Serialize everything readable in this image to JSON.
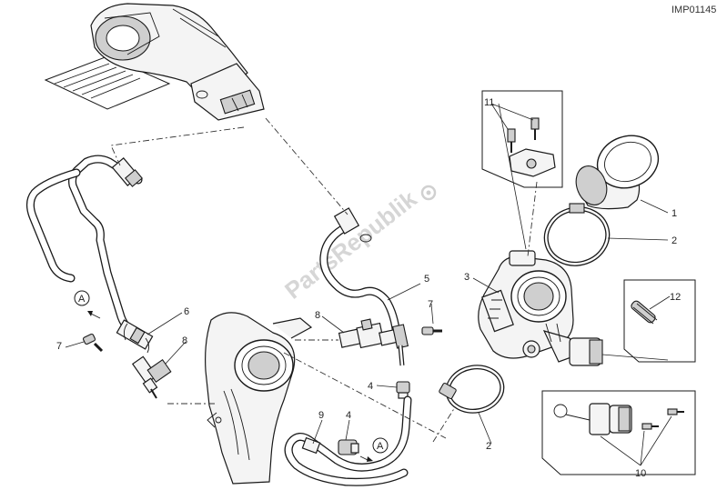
{
  "diagram": {
    "drawing_code": "IMP01145",
    "watermark": "PartsRepublik",
    "callouts": [
      {
        "id": "c1",
        "text": "1"
      },
      {
        "id": "c2a",
        "text": "2"
      },
      {
        "id": "c2b",
        "text": "2"
      },
      {
        "id": "c3",
        "text": "3"
      },
      {
        "id": "c4a",
        "text": "4"
      },
      {
        "id": "c4b",
        "text": "4"
      },
      {
        "id": "c5",
        "text": "5"
      },
      {
        "id": "c6",
        "text": "6"
      },
      {
        "id": "c7a",
        "text": "7"
      },
      {
        "id": "c7b",
        "text": "7"
      },
      {
        "id": "c8a",
        "text": "8"
      },
      {
        "id": "c8b",
        "text": "8"
      },
      {
        "id": "c9",
        "text": "9"
      },
      {
        "id": "c10",
        "text": "10"
      },
      {
        "id": "c11",
        "text": "11"
      },
      {
        "id": "c12",
        "text": "12"
      }
    ],
    "connectors": [
      {
        "id": "a1",
        "text": "A"
      },
      {
        "id": "a2",
        "text": "A"
      }
    ]
  }
}
